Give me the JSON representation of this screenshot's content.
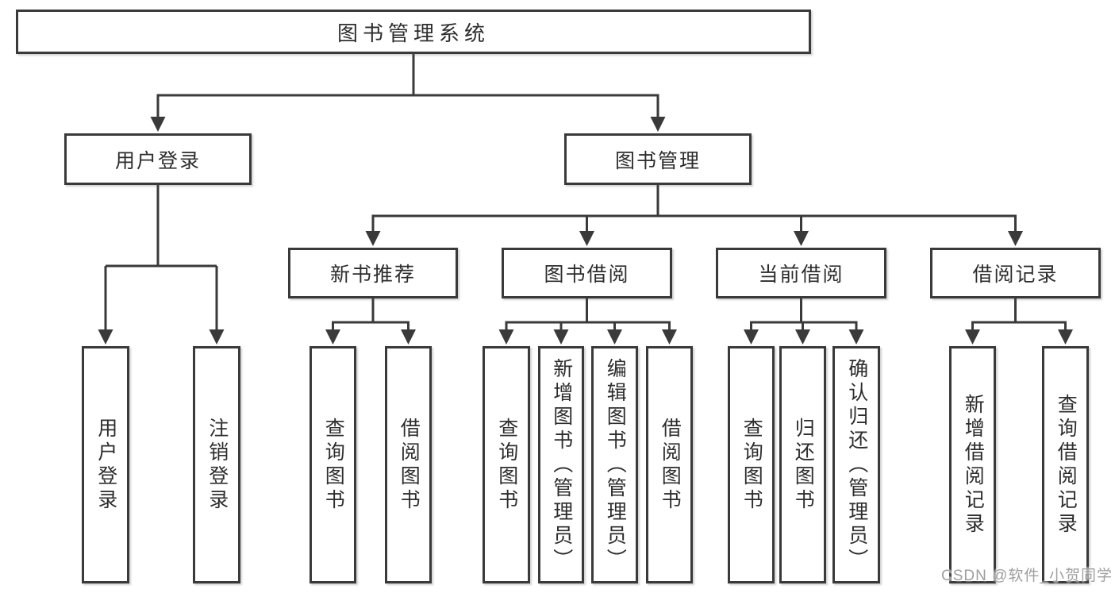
{
  "diagram": {
    "root": {
      "label": "图书管理系统"
    },
    "user_login": {
      "label": "用户登录",
      "leaves": [
        "用户登录",
        "注销登录"
      ]
    },
    "book_management": {
      "label": "图书管理",
      "groups": [
        {
          "label": "新书推荐",
          "leaves": [
            "查询图书",
            "借阅图书"
          ]
        },
        {
          "label": "图书借阅",
          "leaves": [
            "查询图书",
            "新增图书（管理员）",
            "编辑图书（管理员）",
            "借阅图书"
          ]
        },
        {
          "label": "当前借阅",
          "leaves": [
            "查询图书",
            "归还图书",
            "确认归还（管理员）"
          ]
        },
        {
          "label": "借阅记录",
          "leaves": [
            "新增借阅记录",
            "查询借阅记录"
          ]
        }
      ]
    },
    "colors": {
      "line": "#3a3a3a",
      "box_border": "#3a3a3a",
      "text": "#2d2d2d",
      "background": "#ffffff"
    }
  },
  "watermark": {
    "text": "CSDN @软件_小贺同学",
    "color": "#9f9f9f"
  }
}
